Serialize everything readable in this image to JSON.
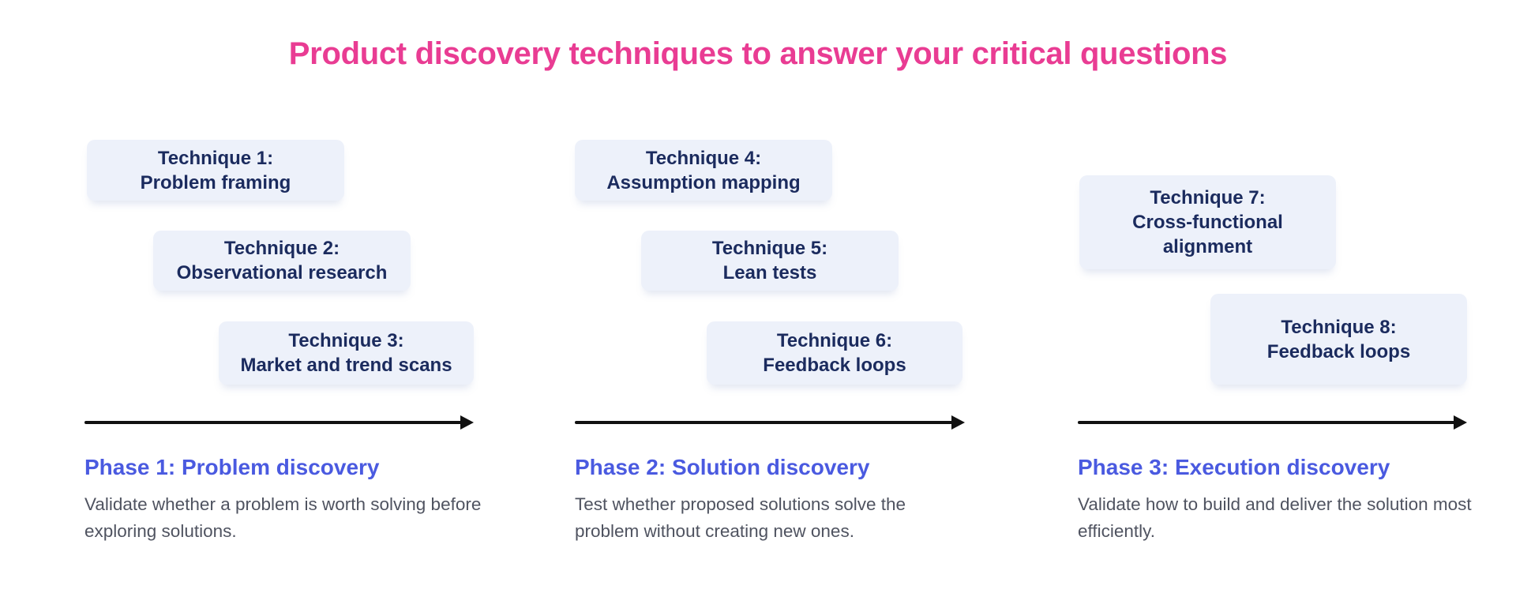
{
  "title": "Product discovery techniques to answer your critical questions",
  "colors": {
    "title_pink": "#E93C93",
    "phase_heading_blue": "#4A5AE0",
    "technique_box_bg": "#EDF1FA",
    "technique_text_navy": "#1B2B5E",
    "description_gray": "#4F5360",
    "arrow_black": "#111111",
    "background": "#FFFFFF"
  },
  "phases": [
    {
      "heading": "Phase 1: Problem discovery",
      "description": "Validate whether a problem is worth solving before exploring solutions.",
      "techniques": [
        {
          "line1": "Technique 1:",
          "line2": "Problem framing"
        },
        {
          "line1": "Technique 2:",
          "line2": "Observational research"
        },
        {
          "line1": "Technique 3:",
          "line2": "Market and trend scans"
        }
      ]
    },
    {
      "heading": "Phase 2: Solution discovery",
      "description": "Test whether proposed solutions solve the problem without creating new ones.",
      "techniques": [
        {
          "line1": "Technique 4:",
          "line2": "Assumption mapping"
        },
        {
          "line1": "Technique 5:",
          "line2": "Lean tests"
        },
        {
          "line1": "Technique 6:",
          "line2": "Feedback loops"
        }
      ]
    },
    {
      "heading": "Phase 3: Execution discovery",
      "description": "Validate how to build and deliver the solution most efficiently.",
      "techniques": [
        {
          "line1": "Technique 7:",
          "line2": "Cross-functional alignment"
        },
        {
          "line1": "Technique 8:",
          "line2": "Feedback loops"
        }
      ]
    }
  ]
}
